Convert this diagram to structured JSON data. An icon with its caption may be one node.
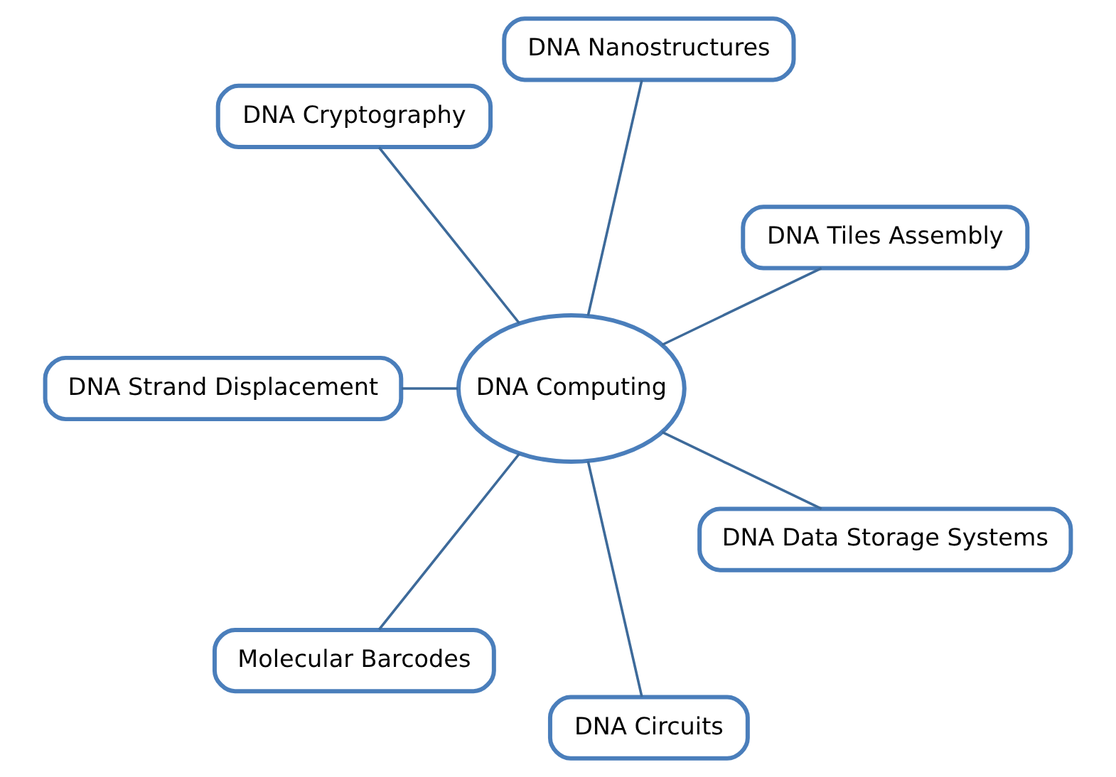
{
  "diagram": {
    "nodes": [
      {
        "text": [
          "DNA Computing"
        ]
      },
      {
        "text": [
          "DNA Tiles Assembly"
        ]
      },
      {
        "text": [
          "DNA Nanostructures"
        ]
      },
      {
        "text": [
          "DNA Cryptography"
        ]
      },
      {
        "text": [
          "DNA Strand Displacement"
        ]
      },
      {
        "text": [
          "Molecular Barcodes"
        ]
      },
      {
        "text": [
          "DNA Circuits"
        ]
      },
      {
        "text": [
          "DNA Data Storage Systems"
        ]
      }
    ],
    "edges": [
      {
        "from": 0,
        "to": 1,
        "arrow": "none"
      },
      {
        "from": 0,
        "to": 2,
        "arrow": "none"
      },
      {
        "from": 0,
        "to": 3,
        "arrow": "none"
      },
      {
        "from": 0,
        "to": 4,
        "arrow": "none"
      },
      {
        "from": 0,
        "to": 5,
        "arrow": "none"
      },
      {
        "from": 0,
        "to": 6,
        "arrow": "none"
      },
      {
        "from": 0,
        "to": 7,
        "arrow": "none"
      }
    ]
  }
}
